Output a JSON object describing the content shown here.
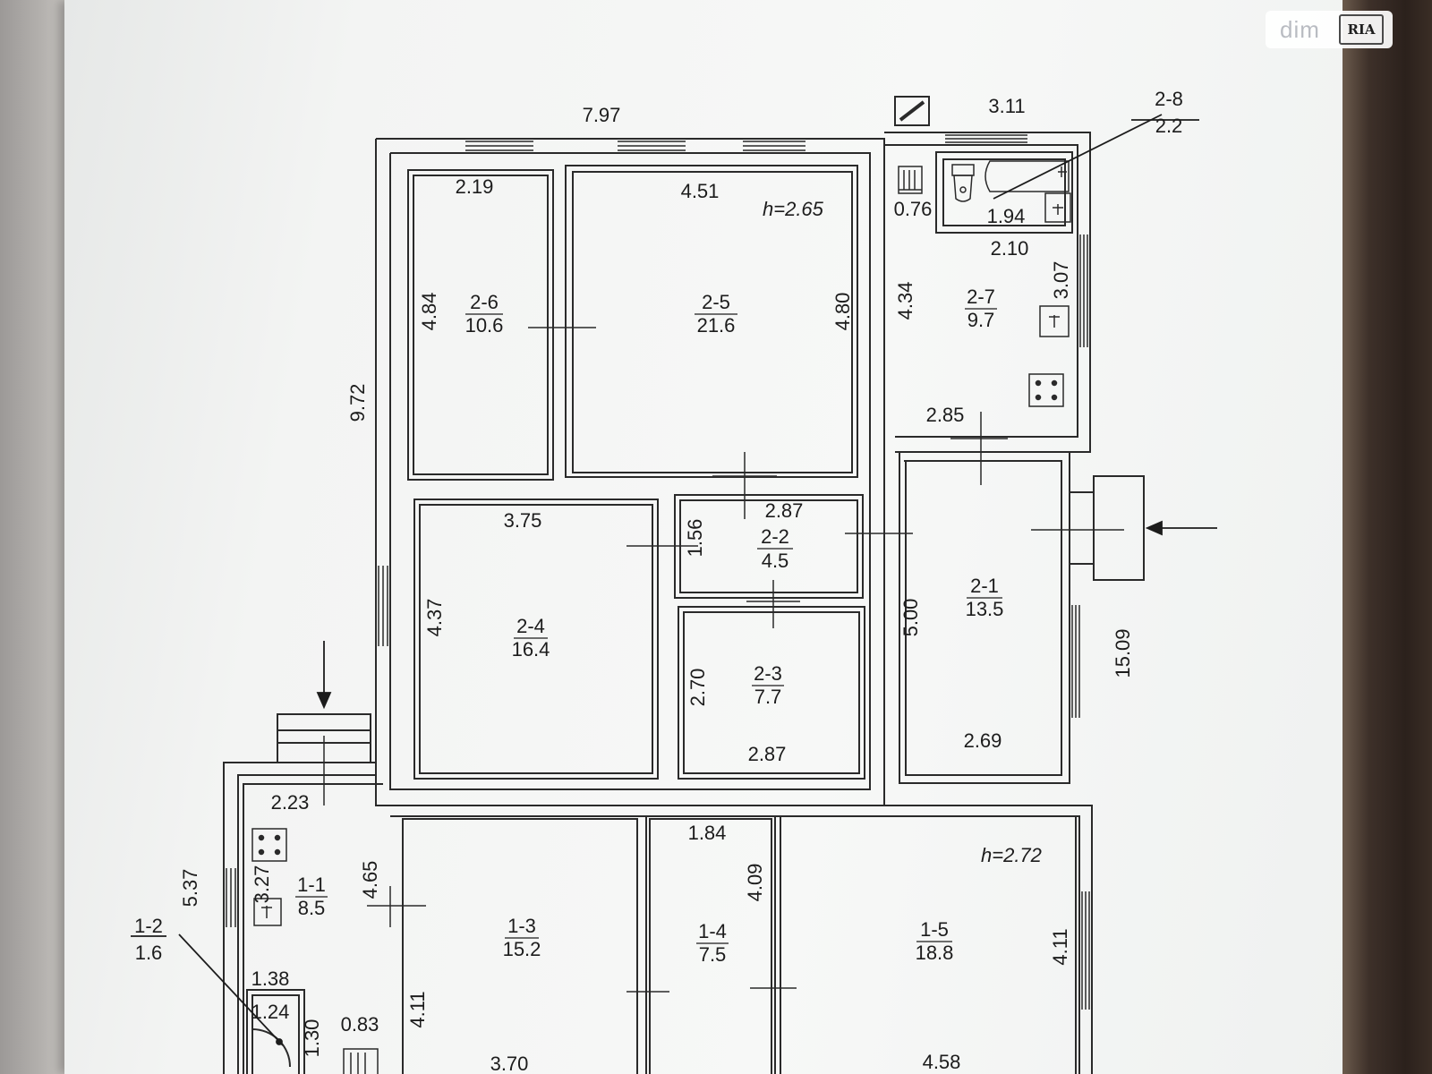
{
  "watermark": {
    "text": "dim",
    "logo": "RIA"
  },
  "ceiling_heights": {
    "upper": "h=2.65",
    "lower": "h=2.72"
  },
  "rooms": [
    {
      "id": "2-6",
      "area": "10.6"
    },
    {
      "id": "2-5",
      "area": "21.6"
    },
    {
      "id": "2-7",
      "area": "9.7"
    },
    {
      "id": "2-8",
      "area": "2.2"
    },
    {
      "id": "2-2",
      "area": "4.5"
    },
    {
      "id": "2-4",
      "area": "16.4"
    },
    {
      "id": "2-3",
      "area": "7.7"
    },
    {
      "id": "2-1",
      "area": "13.5"
    },
    {
      "id": "1-1",
      "area": "8.5"
    },
    {
      "id": "1-2",
      "area": "1.6"
    },
    {
      "id": "1-3",
      "area": "15.2"
    },
    {
      "id": "1-4",
      "area": "7.5"
    },
    {
      "id": "1-5",
      "area": "18.8"
    }
  ],
  "dimensions": {
    "d797": "7.97",
    "d311": "3.11",
    "d219": "2.19",
    "d451": "4.51",
    "d076": "0.76",
    "d194": "1.94",
    "d210": "2.10",
    "d484": "4.84",
    "d480": "4.80",
    "d434": "4.34",
    "d307": "3.07",
    "d972": "9.72",
    "d285": "2.85",
    "d375": "3.75",
    "d287a": "2.87",
    "d156": "1.56",
    "d437": "4.37",
    "d500": "5.00",
    "d1509": "15.09",
    "d270": "2.70",
    "d287b": "2.87",
    "d269": "2.69",
    "d223": "2.23",
    "d184": "1.84",
    "d465": "4.65",
    "d409": "4.09",
    "d327": "3.27",
    "d537": "5.37",
    "d411a": "4.11",
    "d138": "1.38",
    "d124": "1.24",
    "d130": "1.30",
    "d083": "0.83",
    "d411b": "4.11",
    "d370": "3.70",
    "d458": "4.58"
  }
}
